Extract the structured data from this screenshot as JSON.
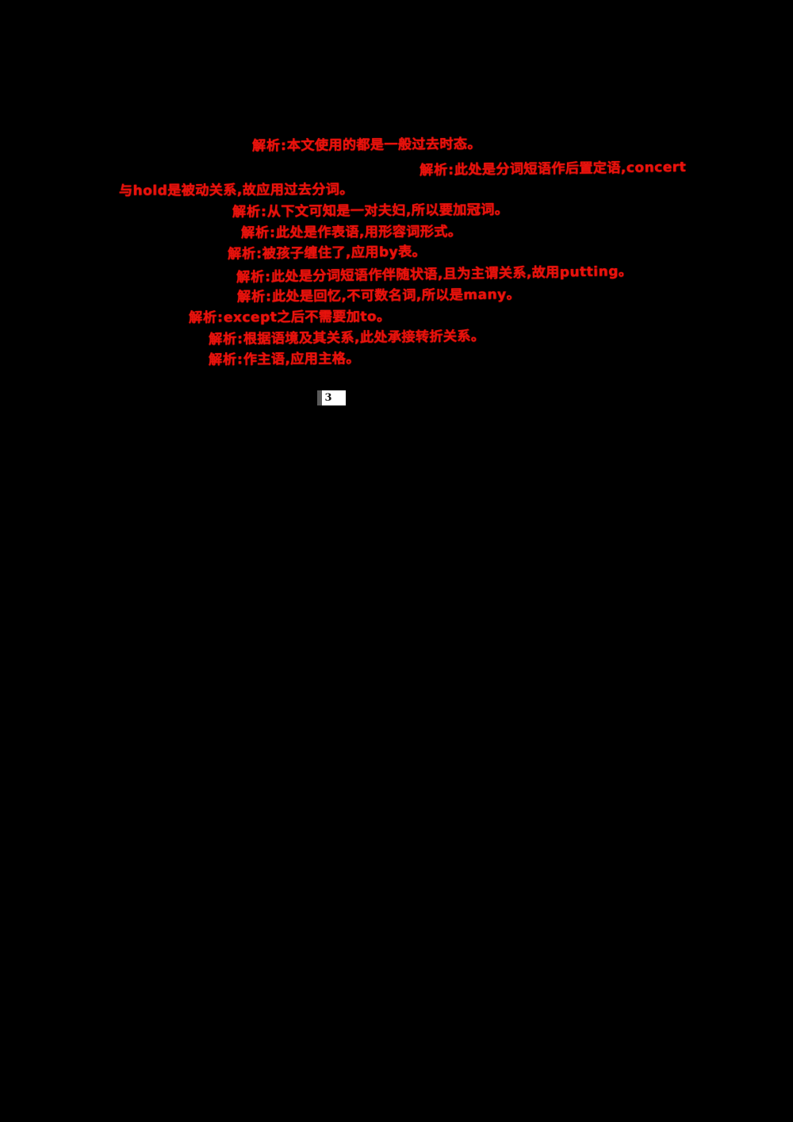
{
  "document": {
    "kind": "scanned-worksheet-page",
    "background_color": "#000000",
    "annotation_color": "#e8120c",
    "page_number": "3"
  },
  "annotations": {
    "label": "解析:",
    "lines": [
      {
        "id": "line-1",
        "label": "解析:",
        "text": "本文使用的都是一般过去时态。"
      },
      {
        "id": "line-2",
        "label": "解析:",
        "text": "此处是分词短语作后置定语,concert"
      },
      {
        "id": "line-3",
        "label": "",
        "text": "与hold是被动关系,故应用过去分词。"
      },
      {
        "id": "line-4",
        "label": "解析:",
        "text": "从下文可知是一对夫妇,所以要加冠词。"
      },
      {
        "id": "line-5",
        "label": "解析:",
        "text": "此处是作表语,用形容词形式。"
      },
      {
        "id": "line-6",
        "label": "解析:",
        "text": "被孩子缠住了,应用by表。"
      },
      {
        "id": "line-7",
        "label": "解析:",
        "text": "此处是分词短语作伴随状语,且为主谓关系,故用putting。"
      },
      {
        "id": "line-8",
        "label": "解析:",
        "text": "此处是回忆,不可数名词,所以是many。"
      },
      {
        "id": "line-9",
        "label": "解析:",
        "text": "except之后不需要加to。"
      },
      {
        "id": "line-10",
        "label": "解析:",
        "text": "根据语境及其关系,此处承接转折关系。"
      },
      {
        "id": "line-11",
        "label": "解析:",
        "text": "作主语,应用主格。"
      }
    ]
  },
  "footer": {
    "page_mark": "3"
  }
}
